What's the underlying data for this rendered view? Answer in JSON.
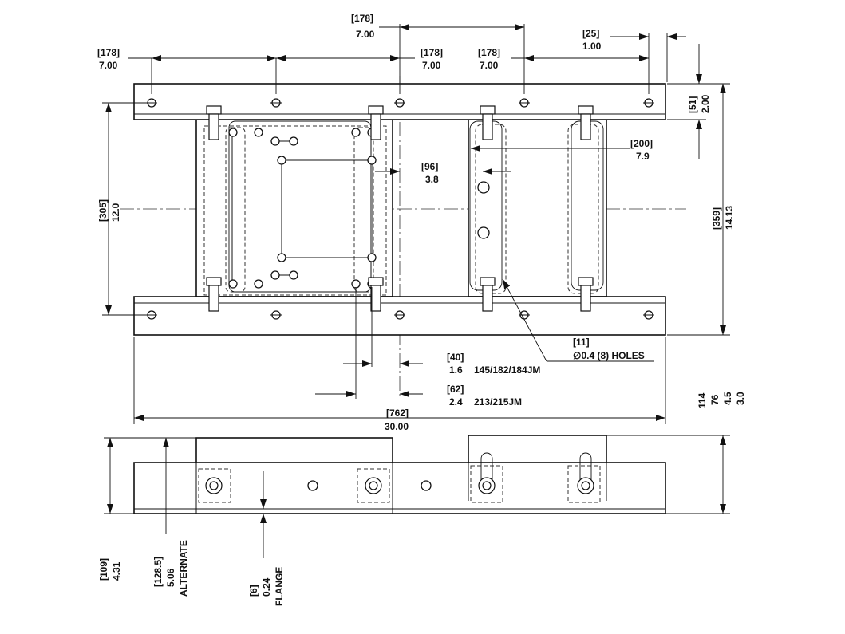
{
  "dimensions": {
    "top_spacing_a": {
      "mm": "[178]",
      "in": "7.00"
    },
    "top_spacing_b": {
      "mm": "[178]",
      "in": "7.00"
    },
    "top_spacing_c": {
      "mm": "[178]",
      "in": "7.00"
    },
    "top_spacing_d": {
      "mm": "[178]",
      "in": "7.00"
    },
    "end_offset": {
      "mm": "[25]",
      "in": "1.00"
    },
    "rail_width": {
      "mm": "[51]",
      "in": "2.00"
    },
    "rail_center_distance": {
      "mm": "[305]",
      "in": "12.0"
    },
    "overall_width": {
      "mm": "[359]",
      "in": "14.13"
    },
    "plate_width": {
      "mm": "[200]",
      "in": "7.9"
    },
    "slot_offset": {
      "mm": "[96]",
      "in": "3.8"
    },
    "holes": {
      "mm": "[11]",
      "in": "∅0.4 (8) HOLES"
    },
    "offset_145": {
      "mm": "[40]",
      "in": "1.6",
      "frames": "145/182/184JM"
    },
    "offset_213": {
      "mm": "[62]",
      "in": "2.4",
      "frames": "213/215JM"
    },
    "overall_length": {
      "mm": "[762]",
      "in": "30.00"
    },
    "side_height_right": {
      "mm": "114",
      "mm2": "76",
      "in": "4.5",
      "in2": "3.0"
    },
    "side_height_left": {
      "mm": "[109]",
      "in": "4.31"
    },
    "alternate_height": {
      "mm": "[128.5]",
      "in": "5.06",
      "note": "ALTERNATE"
    },
    "flange": {
      "mm": "[6]",
      "in": "0.24",
      "note": "FLANGE"
    }
  }
}
